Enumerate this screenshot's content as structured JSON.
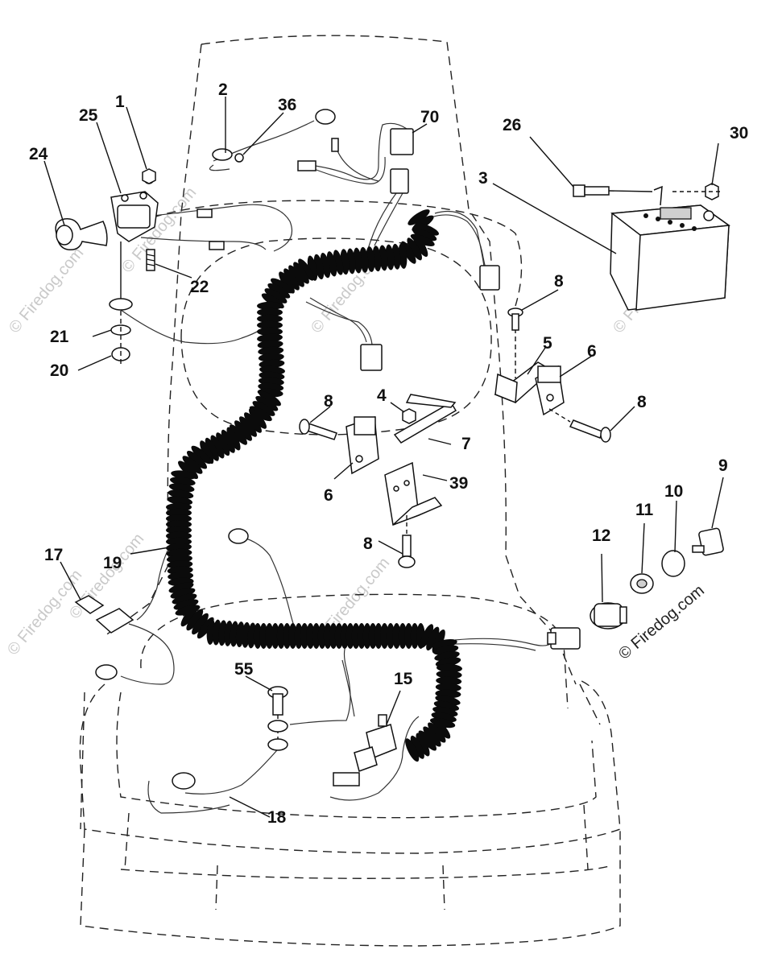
{
  "colors": {
    "line": "#111111",
    "watermark": "#c9c9c9",
    "coil": "#0b0b0b"
  },
  "watermark": {
    "text": "© Firedog.com",
    "visible_dark_text": "© Firedog.com"
  },
  "callouts": [
    {
      "id": "1",
      "label": "1"
    },
    {
      "id": "2",
      "label": "2"
    },
    {
      "id": "3",
      "label": "3"
    },
    {
      "id": "4",
      "label": "4"
    },
    {
      "id": "5",
      "label": "5"
    },
    {
      "id": "6a",
      "label": "6"
    },
    {
      "id": "6b",
      "label": "6"
    },
    {
      "id": "7",
      "label": "7"
    },
    {
      "id": "8a",
      "label": "8"
    },
    {
      "id": "8b",
      "label": "8"
    },
    {
      "id": "8c",
      "label": "8"
    },
    {
      "id": "8d",
      "label": "8"
    },
    {
      "id": "9",
      "label": "9"
    },
    {
      "id": "10",
      "label": "10"
    },
    {
      "id": "11",
      "label": "11"
    },
    {
      "id": "12",
      "label": "12"
    },
    {
      "id": "15",
      "label": "15"
    },
    {
      "id": "17",
      "label": "17"
    },
    {
      "id": "18",
      "label": "18"
    },
    {
      "id": "19",
      "label": "19"
    },
    {
      "id": "20",
      "label": "20"
    },
    {
      "id": "21",
      "label": "21"
    },
    {
      "id": "22",
      "label": "22"
    },
    {
      "id": "24",
      "label": "24"
    },
    {
      "id": "25",
      "label": "25"
    },
    {
      "id": "26",
      "label": "26"
    },
    {
      "id": "30",
      "label": "30"
    },
    {
      "id": "36",
      "label": "36"
    },
    {
      "id": "39",
      "label": "39"
    },
    {
      "id": "55",
      "label": "55"
    },
    {
      "id": "70",
      "label": "70"
    }
  ]
}
